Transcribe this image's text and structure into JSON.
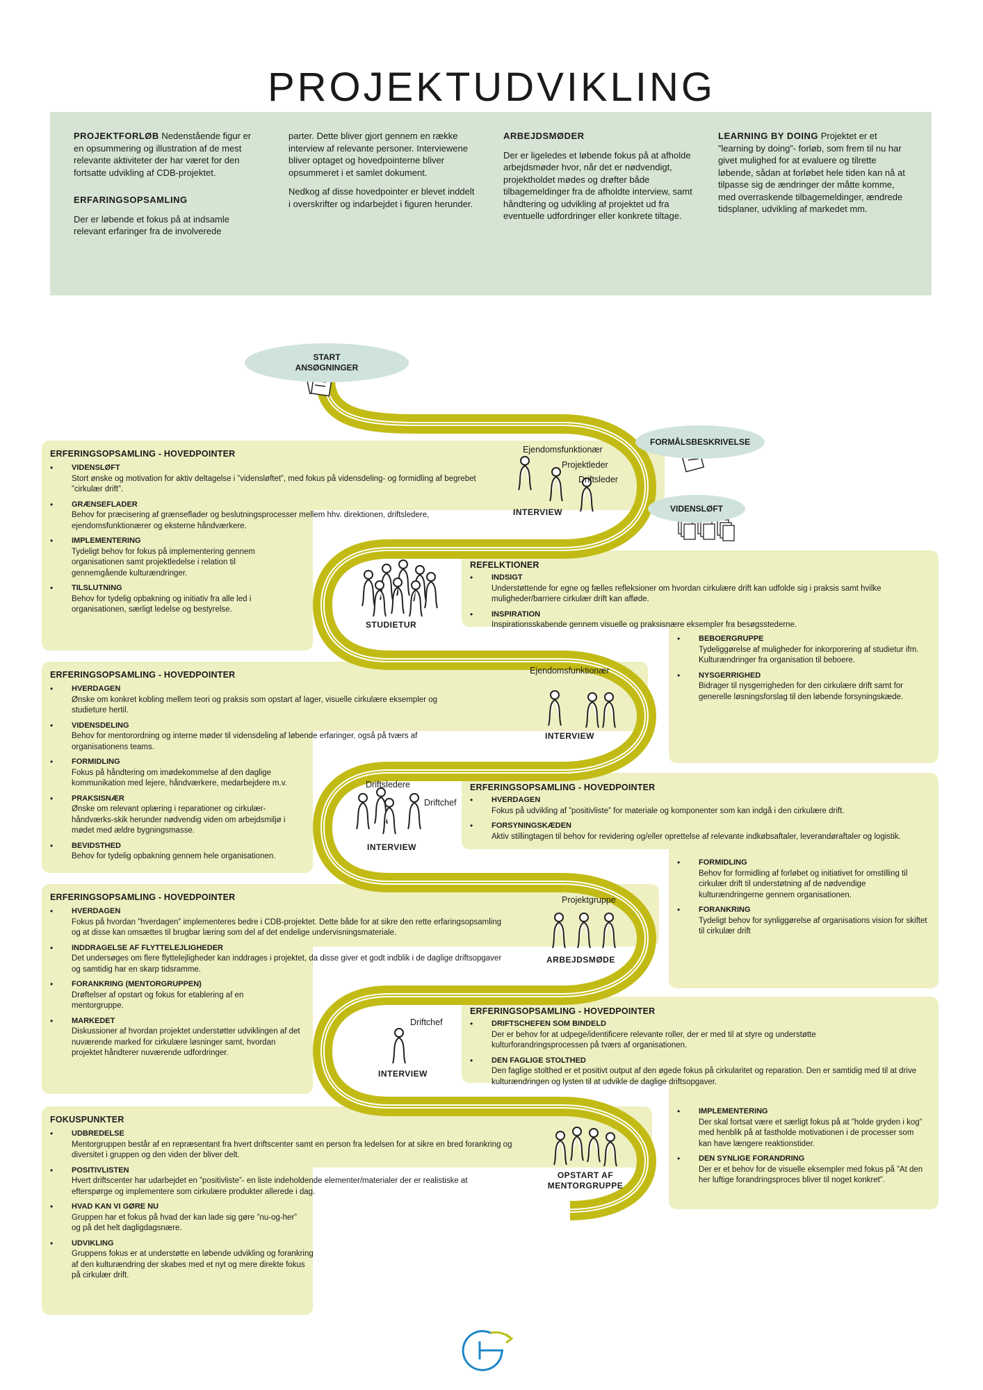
{
  "title": "PROJEKTUDVIKLING",
  "intro": {
    "col1_title": "PROJEKTFORLØB",
    "col1_text": "Nedenstående figur er en opsummering og illustration af de mest relevante aktiviteter der har været for den fortsatte udvikling af CDB-projektet.",
    "col1b_title": "ERFARINGSOPSAMLING",
    "col1b_text": "Der er løbende et fokus på at indsamle relevant erfaringer fra de involverede",
    "col2_text1": "parter. Dette bliver gjort gennem en række interview af relevante personer. Interviewene bliver optaget og hovedpointerne bliver opsummeret i et samlet dokument.",
    "col2_text2": "Nedkog af disse hovedpointer er blevet inddelt i overskrifter og indarbejdet i figuren herunder.",
    "col3_title": "ARBEJDSMØDER",
    "col3_text": "Der er ligeledes et løbende fokus på at afholde arbejdsmøder hvor, når det er nødvendigt, projektholdet mødes og drøfter både tilbagemeldinger fra de afholdte interview, samt håndtering og udvikling af projektet ud fra eventuelle udfordringer eller konkrete tiltage.",
    "col4_title": "LEARNING BY DOING",
    "col4_text": "Projektet er et ”learning by doing”- forløb, som frem til nu har givet mulighed for at evaluere og tilrette løbende, sådan at forløbet hele tiden kan nå at tilpasse sig de ændringer der måtte komme, med overraskende tilbagemeldinger, ændrede tidsplaner, udvikling af markedet mm."
  },
  "milestones": {
    "start": "START ANSØGNINGER",
    "formaal": "FORMÅLSBESKRIVELSE",
    "videnslot": "VIDENSLØFT"
  },
  "figures": {
    "s1_l1": "Ejendomsfunktionær",
    "s1_l2": "Projektleder",
    "s1_l3": "Driftsleder",
    "s1_cap": "INTERVIEW",
    "s2_cap": "STUDIETUR",
    "s3_l1": "Ejendomsfunktionær",
    "s3_cap": "INTERVIEW",
    "s4_l1": "Driftsledere",
    "s4_l2": "Driftchef",
    "s4_cap": "INTERVIEW",
    "s5_l1": "Projektgruppe",
    "s5_cap": "ARBEJDSMØDE",
    "s6_l1": "Driftchef",
    "s6_cap": "INTERVIEW",
    "s7_cap": "OPSTART AF MENTORGRUPPE"
  },
  "boxes": {
    "b1": {
      "title": "ERFERINGSOPSAMLING - HOVEDPOINTER",
      "items": [
        {
          "t": "VIDENSLØFT",
          "d": "Stort ønske og motivation for aktiv deltagelse i ”vidensløftet”, med fokus på vidensdeling- og formidling af begrebet ”cirkulær drift”."
        },
        {
          "t": "GRÆNSEFLADER",
          "d": "Behov for præcisering af grænseflader og beslutningsprocesser mellem hhv. direktionen, driftsledere, ejendomsfunktionærer og eksterne håndværkere."
        },
        {
          "t": "IMPLEMENTERING",
          "d": "Tydeligt behov for fokus på implementering gennem organisationen samt projektledelse i relation til gennemgående kulturændringer."
        },
        {
          "t": "TILSLUTNING",
          "d": "Behov for tydelig opbakning og initiativ fra alle led i organisationen, særligt ledelse og bestyrelse."
        }
      ]
    },
    "b2": {
      "title": "REFELKTIONER",
      "items": [
        {
          "t": "INDSIGT",
          "d": "Understøttende for egne og fælles refleksioner om hvordan cirkulære drift kan udfolde sig i praksis samt hvilke muligheder/barriere cirkulær drift kan afføde."
        },
        {
          "t": "INSPIRATION",
          "d": "Inspirationsskabende gennem visuelle og praksisnære eksempler fra besøgsstederne."
        }
      ],
      "items2": [
        {
          "t": "BEBOERGRUPPE",
          "d": "Tydeliggørelse af muligheder for inkorporering af studietur ifm. Kulturændringer fra organisation til beboere."
        },
        {
          "t": "NYSGERRIGHED",
          "d": "Bidrager til nysgerrigheden for den cirkulære drift samt for generelle løsningsforslag til den løbende forsyningskæde."
        }
      ]
    },
    "b3": {
      "title": "ERFERINGSOPSAMLING - HOVEDPOINTER",
      "items": [
        {
          "t": "HVERDAGEN",
          "d": "Ønske om konkret kobling mellem teori og praksis som opstart af lager, visuelle cirkulære eksempler og studieture hertil."
        },
        {
          "t": "VIDENSDELING",
          "d": "Behov for mentorordning og interne møder til vidensdeling af løbende erfaringer, også på tværs af organisationens teams."
        },
        {
          "t": "FORMIDLING",
          "d": "Fokus på håndtering om imødekommelse af den daglige kommunikation med lejere, håndværkere, medarbejdere m.v."
        },
        {
          "t": "PRAKSISNÆR",
          "d": "Ønske om relevant oplæring i reparationer og cirkulær-håndværks-skik herunder nødvendig viden om arbejdsmiljø i mødet med ældre bygningsmasse."
        },
        {
          "t": "BEVIDSTHED",
          "d": "Behov for tydelig opbakning gennem hele organisationen."
        }
      ]
    },
    "b4": {
      "title": "ERFERINGSOPSAMLING - HOVEDPOINTER",
      "items": [
        {
          "t": "HVERDAGEN",
          "d": "Fokus på udvikling af ”positivliste” for materiale og komponenter som kan indgå i den cirkulære drift."
        },
        {
          "t": "FORSYNINGSKÆDEN",
          "d": "Aktiv stillingtagen til behov for revidering og/eller oprettelse af relevante indkøbsaftaler, leverandøraftaler og logistik."
        }
      ],
      "items2": [
        {
          "t": "FORMIDLING",
          "d": "Behov for formidling af forløbet og initiativet for omstilling til cirkulær drift til understøtning af de nødvendige kulturændringerne gennem organisationen."
        },
        {
          "t": "FORANKRING",
          "d": "Tydeligt behov for synliggørelse af organisations vision for skiftet til cirkulær drift"
        }
      ]
    },
    "b5": {
      "title": "ERFERINGSOPSAMLING - HOVEDPOINTER",
      "items": [
        {
          "t": "HVERDAGEN",
          "d": "Fokus på hvordan ”hverdagen” implementeres bedre i CDB-projektet. Dette både for at sikre den rette erfaringsopsamling og at disse kan omsættes til brugbar læring som del af det endelige undervisningsmateriale."
        },
        {
          "t": "INDDRAGELSE AF FLYTTELEJLIGHEDER",
          "d": "Det undersøges om flere flyttelejligheder kan inddrages i projektet, da disse giver et godt indblik i de daglige driftsopgaver og samtidig har en skarp tidsramme."
        },
        {
          "t": "FORANKRING (MENTORGRUPPEN)",
          "d": "Drøftelser af opstart og fokus for etablering af en mentorgruppe."
        },
        {
          "t": "MARKEDET",
          "d": "Diskussioner af hvordan projektet understøtter udviklingen af det nuværende marked for cirkulære løsninger samt, hvordan projektet håndterer nuværende udfordringer."
        }
      ]
    },
    "b6": {
      "title": "ERFERINGSOPSAMLING - HOVEDPOINTER",
      "items": [
        {
          "t": "DRIFTSCHEFEN SOM BINDELD",
          "d": "Der er behov for at udpege/identificere relevante roller, der er med til at styre og understøtte kulturforandringsprocessen på tværs af organisationen."
        },
        {
          "t": "DEN FAGLIGE STOLTHED",
          "d": "Den faglige stolthed er et positivt output af den øgede fokus på cirkularitet og reparation. Den er samtidig med til at drive kulturændringen og lysten til at udvikle de daglige driftsopgaver."
        }
      ],
      "items2": [
        {
          "t": "IMPLEMENTERING",
          "d": "Der skal fortsat være et særligt fokus på at ”holde gryden i kog” med henblik på at fastholde motivationen i de processer som kan have længere reaktionstider."
        },
        {
          "t": "DEN SYNLIGE FORANDRING",
          "d": "Der er et behov for de visuelle eksempler med fokus på ”At den her luftige forandringsproces bliver til noget konkret”."
        }
      ]
    },
    "b7": {
      "title": "FOKUSPUNKTER",
      "items": [
        {
          "t": "UDBREDELSE",
          "d": "Mentorgruppen består af en repræsentant fra hvert driftscenter samt en person fra ledelsen for at sikre en bred forankring og diversitet i gruppen og den viden der bliver delt."
        },
        {
          "t": "POSITIVLISTEN",
          "d": "Hvert driftscenter har udarbejdet en ”positivliste”- en liste indeholdende elementer/materialer der er realistiske at efterspørge og implementere som cirkulære produkter allerede i dag."
        },
        {
          "t": "HVAD KAN VI GØRE NU",
          "d": "Gruppen har et fokus på hvad der kan lade sig gøre ”nu-og-her” og på det helt dagligdagsnære."
        },
        {
          "t": "UDVIKLING",
          "d": "Gruppens fokus er at understøtte en løbende udvikling og forankring af den kulturændring der skabes med et nyt og mere direkte fokus på cirkulær drift."
        }
      ]
    }
  },
  "colors": {
    "intro_bg": "#d6e5d3",
    "box_bg": "#eef0c2",
    "road": "#c3bb15",
    "oval": "#cfe3dc"
  }
}
